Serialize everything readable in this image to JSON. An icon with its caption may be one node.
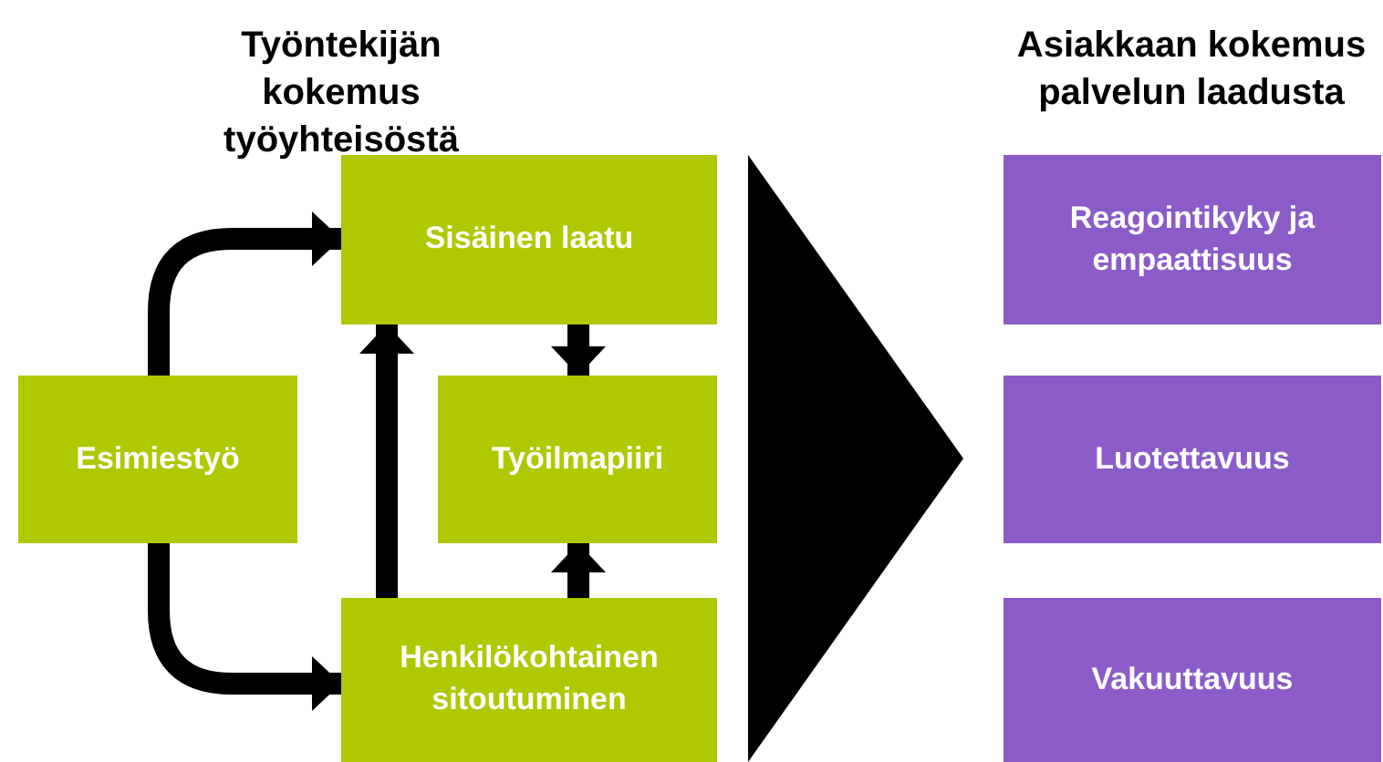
{
  "diagram": {
    "nodes": [
      {
        "text": [
          "Esimiestyö"
        ]
      },
      {
        "text": [
          "Sisäinen laatu"
        ]
      },
      {
        "text": [
          "Työilmapiiri"
        ]
      },
      {
        "text": [
          "Henkilökohtainen sitoutuminen"
        ]
      },
      {
        "text": [],
        "shape": "triangle"
      },
      {
        "text": [
          "Reagointikyky ja empaattisuus"
        ]
      },
      {
        "text": [
          "Luotettavuus"
        ]
      },
      {
        "text": [
          "Vakuuttavuus"
        ]
      }
    ],
    "edges": [
      {
        "from": 0,
        "to": 1,
        "arrow": "to"
      },
      {
        "from": 0,
        "to": 3,
        "arrow": "to"
      },
      {
        "from": 3,
        "to": 1,
        "arrow": "to"
      },
      {
        "from": 1,
        "to": 2,
        "arrow": "to"
      },
      {
        "from": 3,
        "to": 2,
        "arrow": "to"
      }
    ],
    "labels": [
      "Työntekijän kokemus työyhteisöstä",
      "Asiakkaan kokemus palvelun laadusta"
    ]
  }
}
